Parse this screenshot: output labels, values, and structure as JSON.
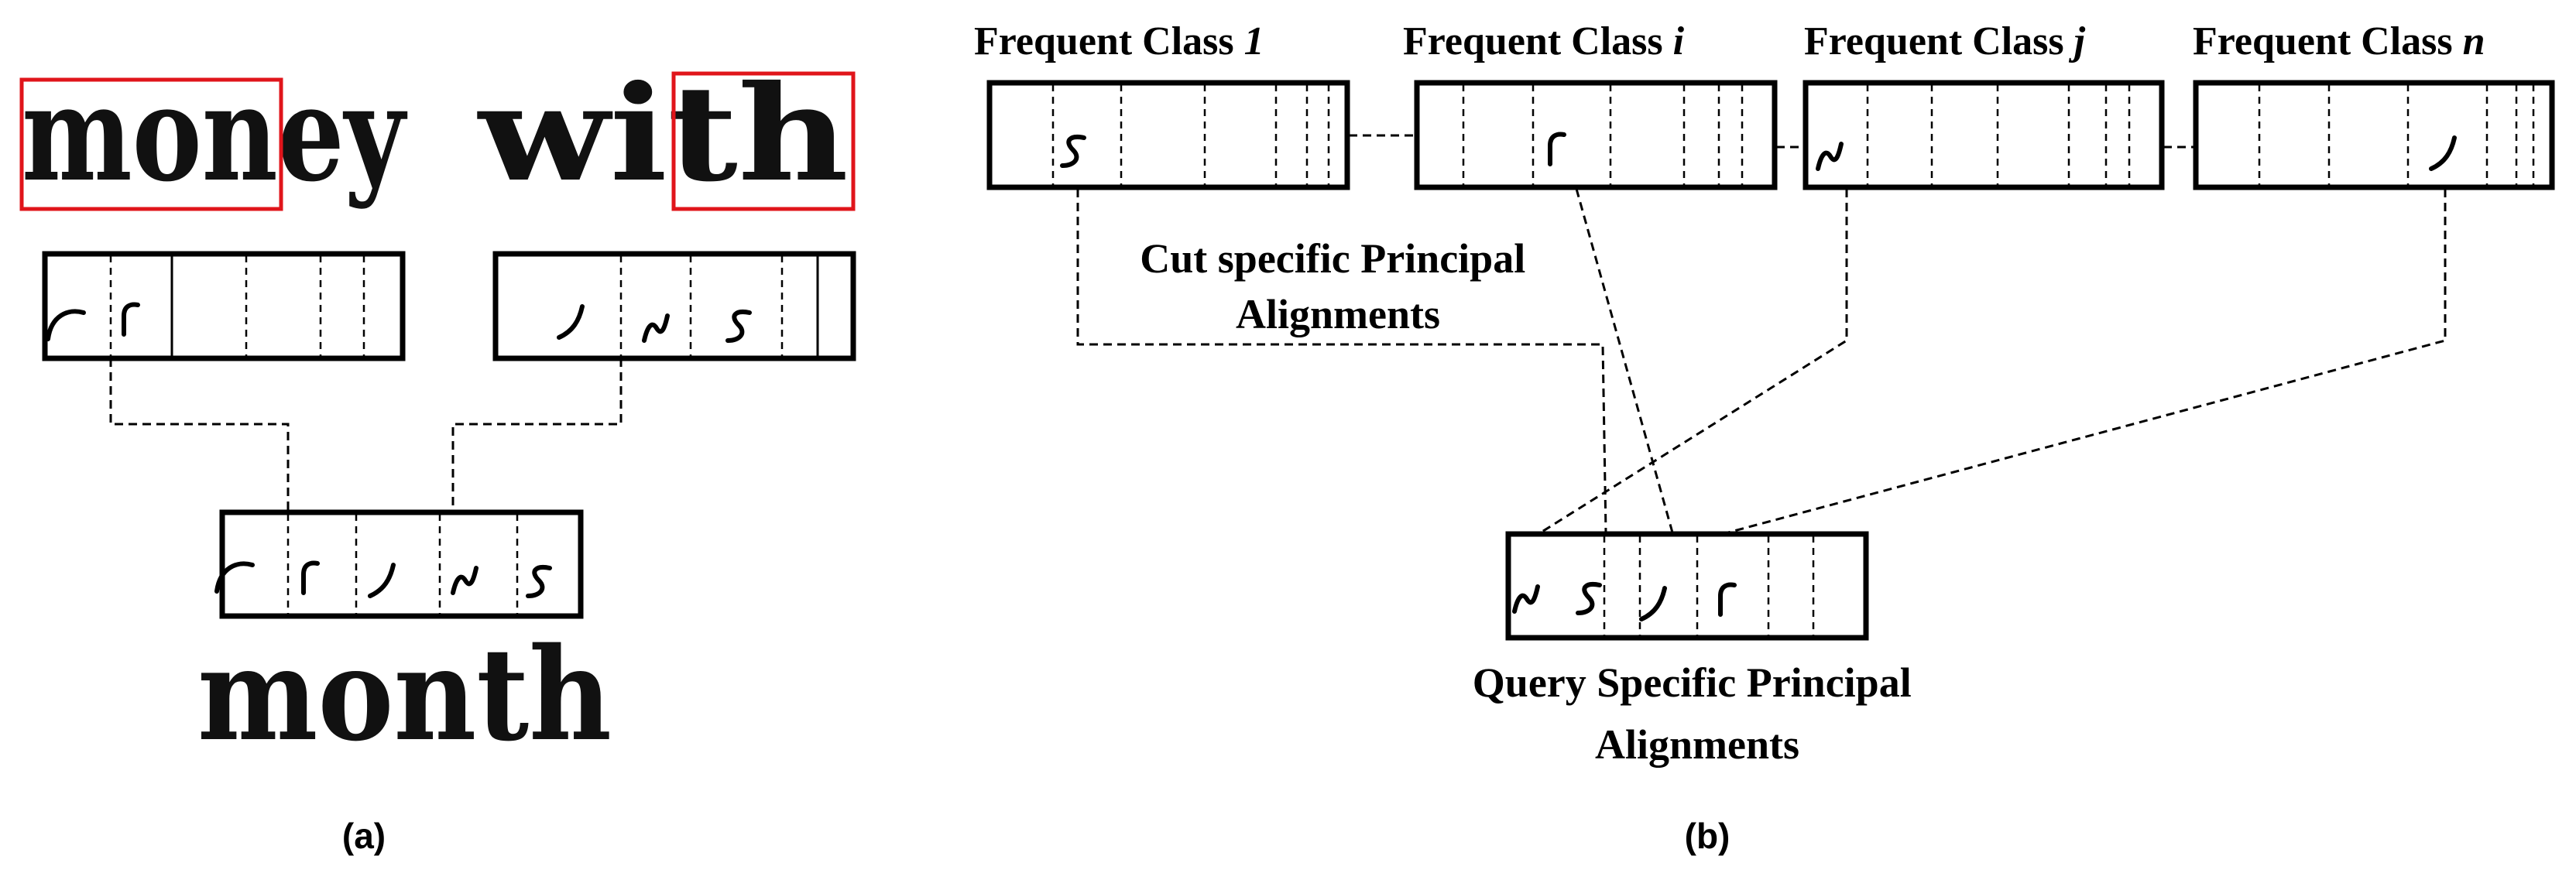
{
  "panel_a": {
    "words": {
      "money": "money",
      "with": "with",
      "month": "month"
    },
    "caption": "(a)"
  },
  "panel_b": {
    "classes": [
      {
        "name": "Frequent Class ",
        "index": "1"
      },
      {
        "name": "Frequent Class ",
        "index": "i"
      },
      {
        "name": "Frequent Class ",
        "index": "j"
      },
      {
        "name": "Frequent Class ",
        "index": "n"
      }
    ],
    "cut_label": [
      "Cut specific Principal",
      "Alignments"
    ],
    "query_label": [
      "Query Specific Principal",
      "Alignments"
    ],
    "caption": "(b)"
  },
  "colors": {
    "highlight": "#e0151b",
    "ink": "#000000"
  }
}
